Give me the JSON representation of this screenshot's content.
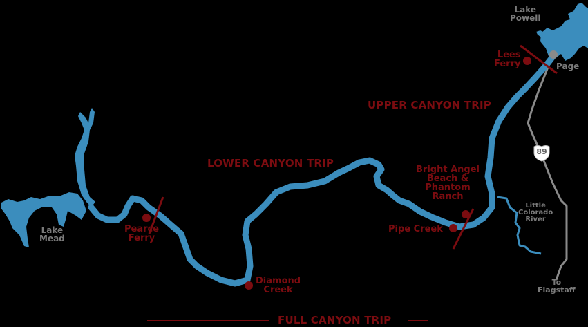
{
  "map": {
    "colors": {
      "background": "#000000",
      "water": "#3b8dbd",
      "accent_red": "#7b0c10",
      "road_gray": "#8a8a8a",
      "label_gray": "#7a7a7a"
    },
    "trip_labels": {
      "upper": "UPPER CANYON TRIP",
      "lower": "LOWER CANYON TRIP",
      "full": "FULL CANYON TRIP"
    },
    "red_places": {
      "lees_ferry": [
        "Lees",
        "Ferry"
      ],
      "bright_angel": [
        "Bright Angel",
        "Beach &",
        "Phantom",
        "Ranch"
      ],
      "pipe_creek": "Pipe Creek",
      "diamond_creek": [
        "Diamond",
        "Creek"
      ],
      "pearce_ferry": [
        "Pearce",
        "Ferry"
      ]
    },
    "gray_places": {
      "lake_powell": [
        "Lake",
        "Powell"
      ],
      "page": "Page",
      "little_colorado": [
        "Little",
        "Colorado",
        "River"
      ],
      "flagstaff": [
        "To",
        "Flagstaff"
      ],
      "lake_mead": [
        "Lake",
        "Mead"
      ]
    },
    "highway": {
      "number": "89",
      "icon": "us-highway-shield-icon"
    }
  }
}
